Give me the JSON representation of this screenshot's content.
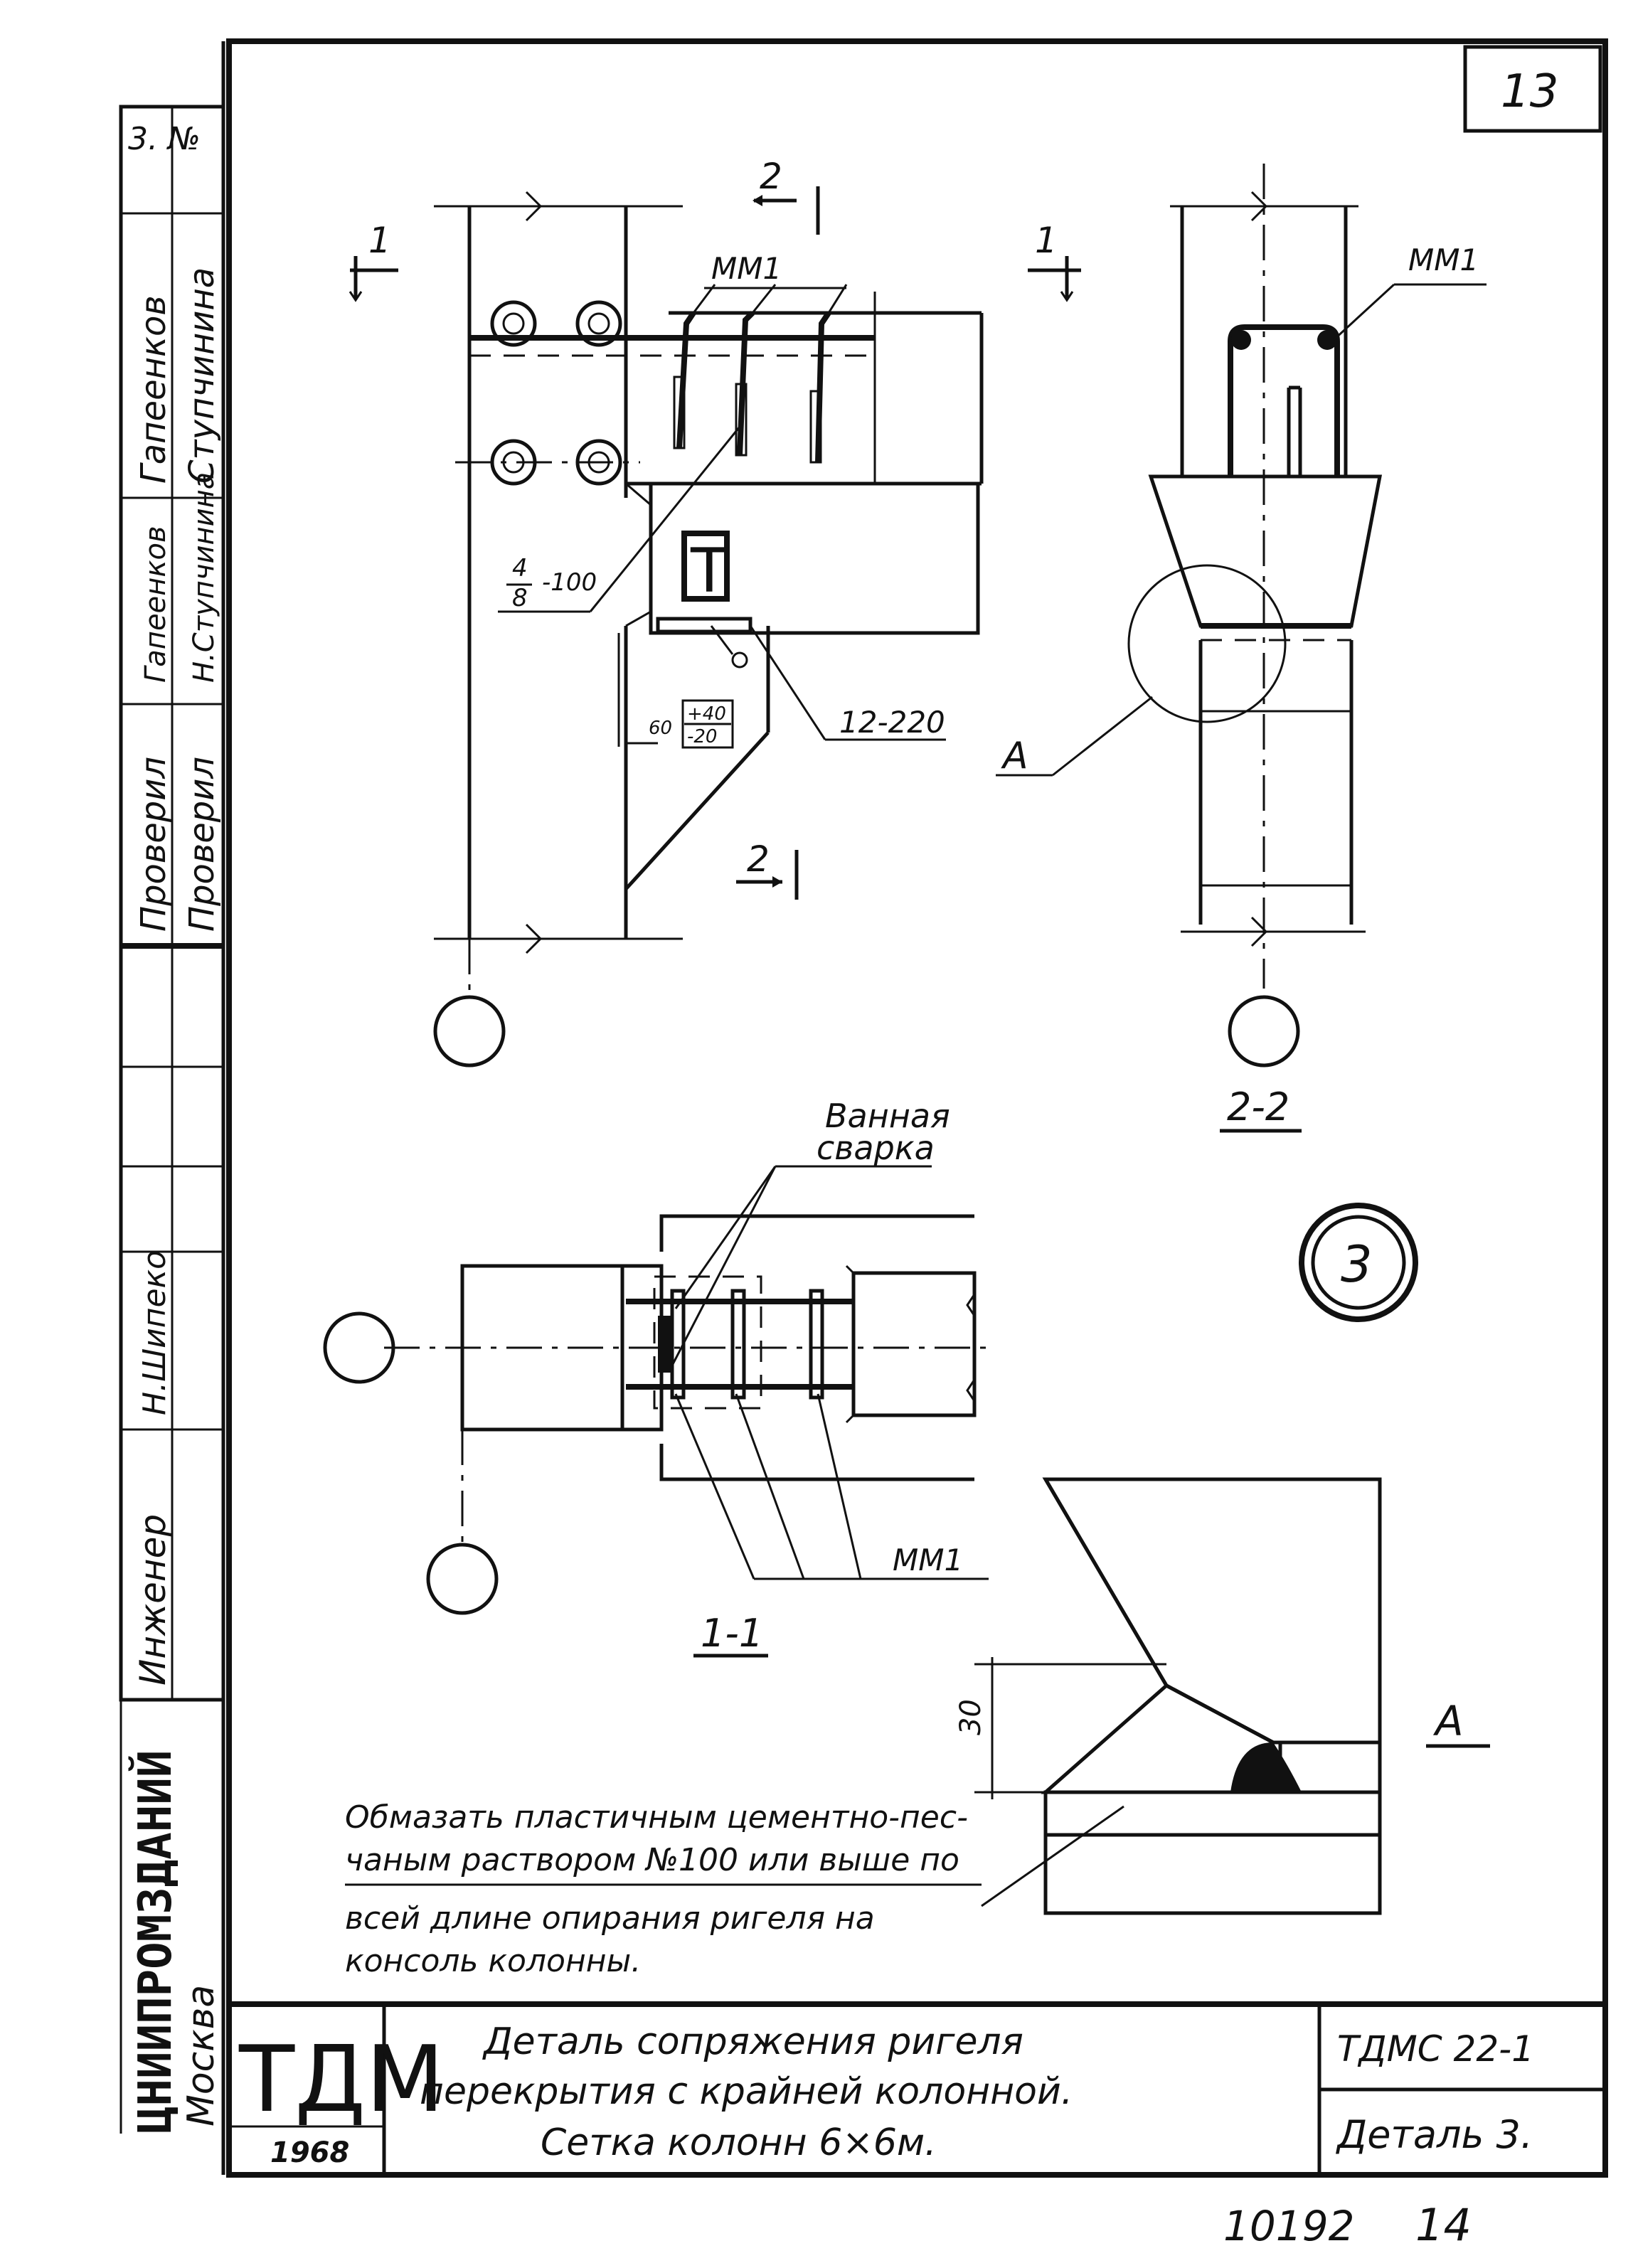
{
  "sheet": {
    "sheet_number": "13",
    "bottom_numbers": {
      "archive_number": "10192",
      "page_number": "14"
    }
  },
  "side_stamp": {
    "top_label": "3. №",
    "names": [
      "Гапеенков",
      "Ступчинина"
    ],
    "signatures": [
      "Гапеенков",
      "Н.Ступчинина"
    ],
    "roles": [
      "Проверил",
      "Проверил"
    ],
    "engineer_signature": "Н.Шипеко",
    "engineer_role": "Инженер",
    "institute_name": "ЦНИИПРОМЗДАНИЙ",
    "city": "Москва"
  },
  "title_block": {
    "logo": "ТДМ",
    "year": "1968",
    "title_lines": [
      "Деталь сопряжения ригеля",
      "перекрытия с крайней колонной.",
      "Сетка колонн 6×6м."
    ],
    "code": "ТДМС 22-1",
    "detail": "Деталь 3."
  },
  "drawing": {
    "main_view": {
      "section_marks": [
        "1",
        "2",
        "2"
      ],
      "mesh_label": "ММ1",
      "rebar_label_top": "4",
      "rebar_label_bottom": "8",
      "rebar_spacing": "-100",
      "weld_label": "12-220",
      "dim_60": "60",
      "tolerance_plus": "+40",
      "tolerance_minus": "-20"
    },
    "section_2_2": {
      "section_mark": "1",
      "mesh_label": "ММ1",
      "callout": "А",
      "caption": "2-2"
    },
    "section_1_1": {
      "callout_top": "Ванная",
      "callout_bottom": "сварка",
      "mesh_label": "ММ1",
      "caption": "1-1"
    },
    "detail_badge": "3",
    "detail_a": {
      "dimension": "30",
      "caption": "А"
    },
    "note_lines": [
      "Обмазать пластичным цементно-пес-",
      "чаным раствором №100 или выше по",
      "всей длине опирания ригеля на",
      "консоль колонны."
    ]
  }
}
